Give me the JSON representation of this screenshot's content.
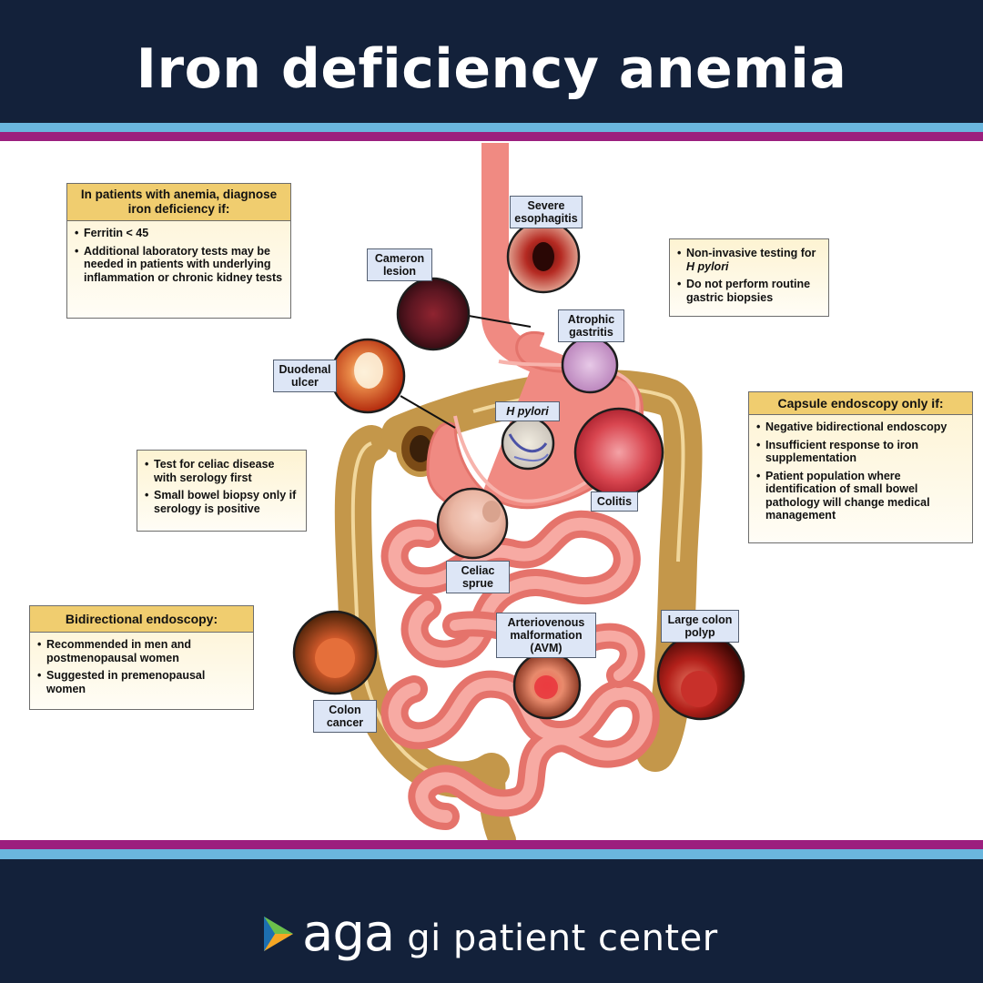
{
  "title": "Iron deficiency anemia",
  "brand": {
    "aga": "aga",
    "rest": "gi patient center"
  },
  "colors": {
    "navy": "#13213a",
    "blue_stripe": "#6ab6de",
    "purple_stripe": "#9c1f7e",
    "box_header": "#f0cd6f",
    "label_bg": "#dde6f6"
  },
  "boxes": {
    "iron": {
      "title": "In patients with anemia, diagnose iron deficiency if:",
      "items": [
        "Ferritin < 45",
        "Additional laboratory tests may be needed in patients with underlying inflammation or chronic kidney tests"
      ]
    },
    "hpylori": {
      "item1_prefix": "Non-invasive testing for ",
      "item1_em": "H pylori",
      "item2": "Do not perform routine gastric biopsies"
    },
    "capsule": {
      "title": "Capsule endoscopy only if:",
      "items": [
        "Negative bidirectional endoscopy",
        "Insufficient response to iron supplementation",
        "Patient population where identification of small bowel pathology will change medical management"
      ]
    },
    "celiac": {
      "items": [
        "Test for celiac disease with serology first",
        "Small bowel biopsy only if serology is positive"
      ]
    },
    "bidir": {
      "title": "Bidirectional endoscopy:",
      "items": [
        "Recommended in men and postmenopausal women",
        "Suggested in premenopausal women"
      ]
    }
  },
  "labels": {
    "esophagitis": "Severe esophagitis",
    "cameron": "Cameron lesion",
    "atrophic": "Atrophic gastritis",
    "duodenal": "Duodenal ulcer",
    "hpylori": "H pylori",
    "colitis": "Colitis",
    "celiac": "Celiac sprue",
    "avm": "Arteriovenous malformation (AVM)",
    "polyp": "Large colon polyp",
    "colon_cancer": "Colon cancer"
  }
}
